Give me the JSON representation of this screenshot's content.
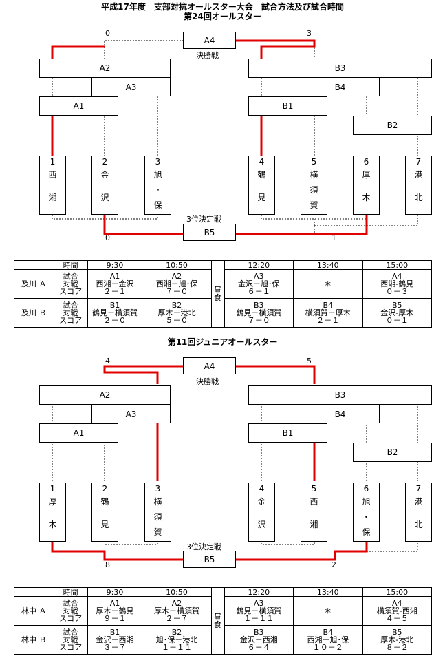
{
  "title_main": "平成17年度　支部対抗オールスター大会　試合方法及び試合時間",
  "sections": [
    {
      "subtitle": "第24回オールスター",
      "nodes": {
        "a4": "A4",
        "final": "決勝戦",
        "a2": "A2",
        "a3": "A3",
        "a1": "A1",
        "b3": "B3",
        "b4": "B4",
        "b1": "B1",
        "b2": "B2",
        "third": "3位決定戦",
        "b5": "B5"
      },
      "scores": {
        "final_left": "0",
        "final_right": "3",
        "third_left": "0",
        "third_right": "1"
      },
      "teams": [
        {
          "num": "1",
          "name": [
            "西",
            "湘"
          ]
        },
        {
          "num": "2",
          "name": [
            "金",
            "沢"
          ]
        },
        {
          "num": "3",
          "name": [
            "旭",
            "・",
            "保"
          ]
        },
        {
          "num": "4",
          "name": [
            "鶴",
            "見"
          ]
        },
        {
          "num": "5",
          "name": [
            "横",
            "須",
            "賀"
          ]
        },
        {
          "num": "6",
          "name": [
            "厚",
            "木"
          ]
        },
        {
          "num": "7",
          "name": [
            "港",
            "北"
          ]
        }
      ],
      "schedule": {
        "times": [
          "時間",
          "9:30",
          "10:50",
          "12:20",
          "13:40",
          "15:00"
        ],
        "lunch": [
          "昼",
          "食"
        ],
        "rows": [
          {
            "venue": "及川 Ａ",
            "head": [
              "試合",
              "対戦",
              "スコア"
            ],
            "cells": [
              [
                "A1",
                "西湘－金沢",
                "２－１"
              ],
              [
                "A2",
                "西湘－旭･保",
                "７－０"
              ],
              [
                "A3",
                "金沢－旭･保",
                "６－１"
              ],
              [
                "＊",
                "",
                ""
              ],
              [
                "A4",
                "西湘-鶴見",
                "０－３"
              ]
            ]
          },
          {
            "venue": "及川 Ｂ",
            "head": [
              "試合",
              "対戦",
              "スコア"
            ],
            "cells": [
              [
                "B1",
                "鶴見－横須賀",
                "２－０"
              ],
              [
                "B2",
                "厚木－港北",
                "５－０"
              ],
              [
                "B3",
                "鶴見－横須賀",
                "７－０"
              ],
              [
                "B4",
                "横須賀－厚木",
                "２－１"
              ],
              [
                "B5",
                "金沢-厚木",
                "０－１"
              ]
            ]
          }
        ]
      }
    },
    {
      "subtitle": "第11回ジュニアオールスター",
      "nodes": {
        "a4": "A4",
        "final": "決勝戦",
        "a2": "A2",
        "a3": "A3",
        "a1": "A1",
        "b3": "B3",
        "b4": "B4",
        "b1": "B1",
        "b2": "B2",
        "third": "3位決定戦",
        "b5": "B5"
      },
      "scores": {
        "final_left": "4",
        "final_right": "5",
        "third_left": "8",
        "third_right": "2"
      },
      "teams": [
        {
          "num": "1",
          "name": [
            "厚",
            "木"
          ]
        },
        {
          "num": "2",
          "name": [
            "鶴",
            "見"
          ]
        },
        {
          "num": "3",
          "name": [
            "横",
            "須",
            "賀"
          ]
        },
        {
          "num": "4",
          "name": [
            "金",
            "沢"
          ]
        },
        {
          "num": "5",
          "name": [
            "西",
            "湘"
          ]
        },
        {
          "num": "6",
          "name": [
            "旭",
            "・",
            "保"
          ]
        },
        {
          "num": "7",
          "name": [
            "港",
            "北"
          ]
        }
      ],
      "schedule": {
        "times": [
          "時間",
          "9:30",
          "10:50",
          "12:20",
          "13:40",
          "15:00"
        ],
        "lunch": [
          "昼",
          "食"
        ],
        "rows": [
          {
            "venue": "林中 Ａ",
            "head": [
              "試合",
              "対戦",
              "スコア"
            ],
            "cells": [
              [
                "A1",
                "厚木－鶴見",
                "９－１"
              ],
              [
                "A2",
                "厚木－横須賀",
                "２－７"
              ],
              [
                "A3",
                "鶴見－横須賀",
                "１－１１"
              ],
              [
                "＊",
                "",
                ""
              ],
              [
                "A4",
                "横須賀-西湘",
                "４－５"
              ]
            ]
          },
          {
            "venue": "林中 Ｂ",
            "head": [
              "試合",
              "対戦",
              "スコア"
            ],
            "cells": [
              [
                "B1",
                "金沢－西湘",
                "３－７"
              ],
              [
                "B2",
                "旭･保－港北",
                "１－１１"
              ],
              [
                "B3",
                "金沢－西湘",
                "６－４"
              ],
              [
                "B4",
                "西湘－旭･保",
                "１０－２"
              ],
              [
                "B5",
                "厚木-港北",
                "８－２"
              ]
            ]
          }
        ]
      }
    }
  ]
}
